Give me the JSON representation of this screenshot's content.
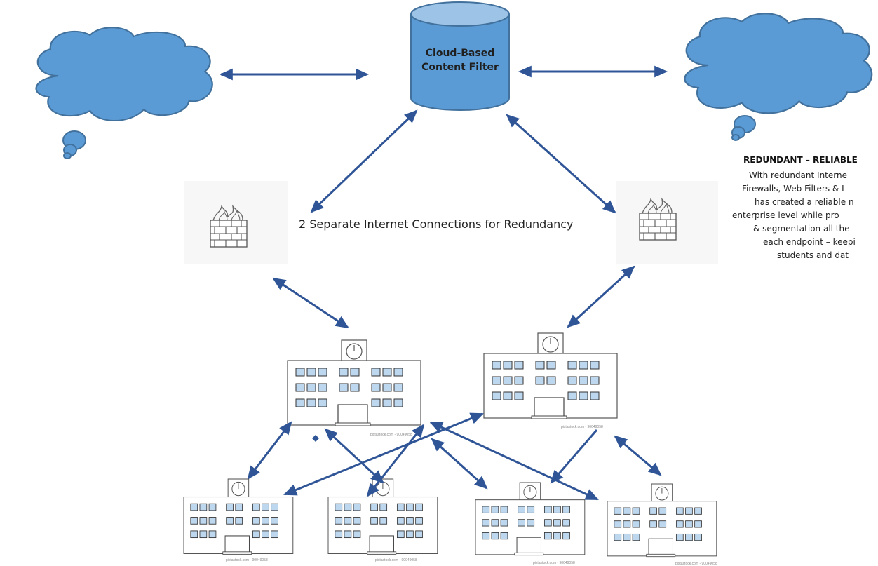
{
  "center_node": {
    "label_line1": "Cloud-Based",
    "label_line2": "Content Filter"
  },
  "connection_label": "2 Separate Internet Connections for Redundancy",
  "side_note": {
    "title": "REDUNDANT – RELIABLE",
    "lines": [
      "With redundant Interne",
      "Firewalls, Web Filters & I",
      "has created a reliable n",
      "enterprise level while pro",
      "& segmentation all the",
      "each endpoint – keepi",
      "students and dat"
    ]
  },
  "watermark": "pixtastock.com - 90049058",
  "colors": {
    "node_fill": "#5b9bd5",
    "node_stroke": "#41719c",
    "arrow": "#2f5597",
    "window_fill": "#bdd7ee"
  },
  "icons": [
    "cloud-icon",
    "database-icon",
    "firewall-icon",
    "school-building-icon"
  ]
}
